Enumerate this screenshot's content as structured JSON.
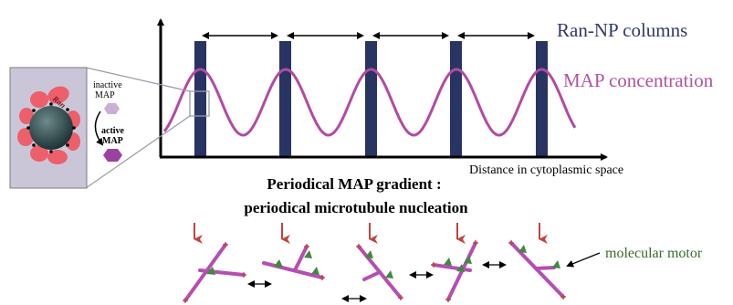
{
  "legend": {
    "columns_label": "Ran-NP columns",
    "concentration_label": "MAP concentration"
  },
  "axis": {
    "x_label": "Distance in cytoplasmic space"
  },
  "inset": {
    "ran_label": "Ran",
    "inactive_label_line1": "inactive",
    "inactive_label_line2": "MAP",
    "active_label_line1": "active",
    "active_label_line2": "MAP"
  },
  "heading": {
    "line1": "Periodical MAP gradient :",
    "line2": "periodical microtubule nucleation"
  },
  "motor_label": "molecular motor",
  "colors": {
    "column": "#283462",
    "curve": "#b24aa5",
    "legend_columns": "#2f3a6b",
    "legend_curve": "#b4529e",
    "inset_bg": "#cbc6d7",
    "ran": "#ec5f6b",
    "np_core": "#2c4a4c",
    "inactive_map": "#c9aed6",
    "active_map": "#9b42a0",
    "microtubule": "#b54eb2",
    "motor": "#3f8a3f",
    "arrow_red": "#c0443c",
    "motor_label": "#3d6b2b"
  }
}
